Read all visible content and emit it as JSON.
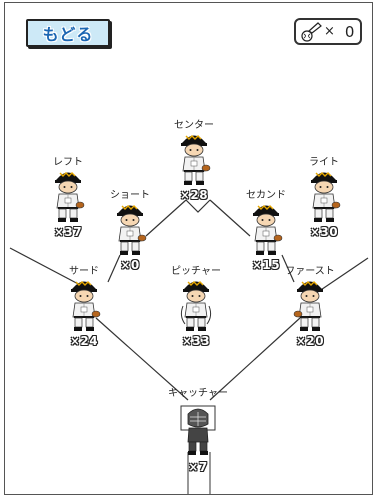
{
  "header": {
    "back_label": "もどる",
    "ball_count_prefix": "×",
    "ball_count": "0"
  },
  "players": {
    "center": {
      "position": "センター",
      "number": "×28"
    },
    "left": {
      "position": "レフト",
      "number": "×37"
    },
    "right": {
      "position": "ライト",
      "number": "×30"
    },
    "short": {
      "position": "ショート",
      "number": "×0"
    },
    "second": {
      "position": "セカンド",
      "number": "×15"
    },
    "third": {
      "position": "サード",
      "number": "×24"
    },
    "pitcher": {
      "position": "ピッチャー",
      "number": "×33"
    },
    "first": {
      "position": "ファースト",
      "number": "×20"
    },
    "catcher": {
      "position": "キャッチャー",
      "number": "×7"
    }
  },
  "icons": {
    "counter": "baseball-bat-icon",
    "player": "baseball-player-icon"
  },
  "colors": {
    "back_button_bg": "#cde9f7",
    "back_button_text": "#1b66b3",
    "cap": "#111111",
    "uniform": "#f2f2f2"
  }
}
